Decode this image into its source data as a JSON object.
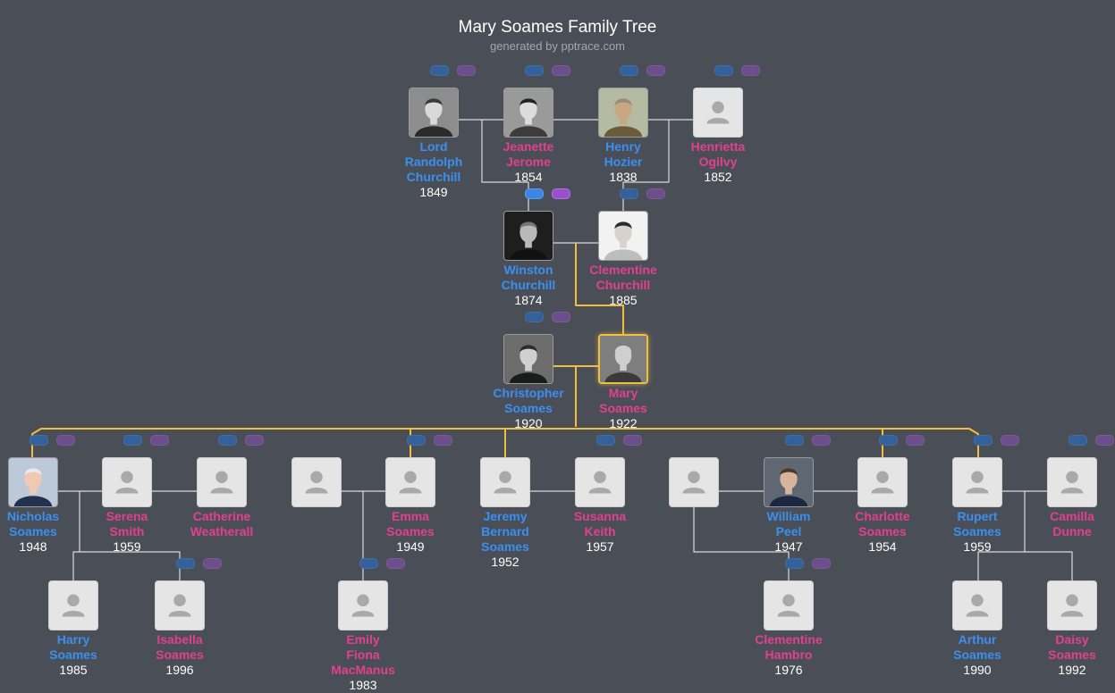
{
  "header": {
    "title": "Mary Soames Family Tree",
    "subtitle": "generated by pptrace.com"
  },
  "colors": {
    "background": "#4a4f57",
    "male": "#3b8ff0",
    "female": "#e2408f",
    "highlight_line": "#f1bf3d",
    "line": "#d9d9d9"
  },
  "people": [
    {
      "id": "randolph",
      "gender": "male",
      "name": [
        "Lord",
        "Randolph",
        "Churchill"
      ],
      "year": "1849",
      "photo": "photo",
      "selected": false,
      "pills": true,
      "bright": false
    },
    {
      "id": "jeanette",
      "gender": "female",
      "name": [
        "Jeanette",
        "Jerome"
      ],
      "year": "1854",
      "photo": "photo",
      "selected": false,
      "pills": true,
      "bright": false
    },
    {
      "id": "hozier",
      "gender": "male",
      "name": [
        "Henry",
        "Hozier"
      ],
      "year": "1838",
      "photo": "photo",
      "selected": false,
      "pills": true,
      "bright": false
    },
    {
      "id": "henrietta",
      "gender": "female",
      "name": [
        "Henrietta",
        "Ogilvy"
      ],
      "year": "1852",
      "photo": "placeholder",
      "selected": false,
      "pills": true,
      "bright": false
    },
    {
      "id": "winston",
      "gender": "male",
      "name": [
        "Winston",
        "Churchill"
      ],
      "year": "1874",
      "photo": "photo",
      "selected": false,
      "pills": true,
      "bright": true
    },
    {
      "id": "clementine",
      "gender": "female",
      "name": [
        "Clementine",
        "Churchill"
      ],
      "year": "1885",
      "photo": "photo",
      "selected": false,
      "pills": true,
      "bright": false
    },
    {
      "id": "christopher",
      "gender": "male",
      "name": [
        "Christopher",
        "Soames"
      ],
      "year": "1920",
      "photo": "photo",
      "selected": false,
      "pills": true,
      "bright": false
    },
    {
      "id": "mary",
      "gender": "female",
      "name": [
        "Mary",
        "Soames"
      ],
      "year": "1922",
      "photo": "photo",
      "selected": true,
      "pills": false,
      "bright": false
    },
    {
      "id": "nicholas",
      "gender": "male",
      "name": [
        "Nicholas",
        "Soames"
      ],
      "year": "1948",
      "photo": "photo",
      "selected": false,
      "pills": true,
      "bright": false
    },
    {
      "id": "serena",
      "gender": "female",
      "name": [
        "Serena",
        "Smith"
      ],
      "year": "1959",
      "photo": "placeholder",
      "selected": false,
      "pills": true,
      "bright": false
    },
    {
      "id": "catherine",
      "gender": "female",
      "name": [
        "Catherine",
        "Weatherall"
      ],
      "year": "",
      "photo": "placeholder",
      "selected": false,
      "pills": true,
      "bright": false
    },
    {
      "id": "emma-spouse",
      "gender": "male",
      "name": [],
      "year": "",
      "photo": "placeholder",
      "selected": false,
      "pills": false,
      "bright": false
    },
    {
      "id": "emma",
      "gender": "female",
      "name": [
        "Emma",
        "Soames"
      ],
      "year": "1949",
      "photo": "placeholder",
      "selected": false,
      "pills": true,
      "bright": false
    },
    {
      "id": "jeremy",
      "gender": "male",
      "name": [
        "Jeremy",
        "Bernard",
        "Soames"
      ],
      "year": "1952",
      "photo": "placeholder",
      "selected": false,
      "pills": false,
      "bright": false
    },
    {
      "id": "susanna",
      "gender": "female",
      "name": [
        "Susanna",
        "Keith"
      ],
      "year": "1957",
      "photo": "placeholder",
      "selected": false,
      "pills": true,
      "bright": false
    },
    {
      "id": "charlotte-spouse",
      "gender": "male",
      "name": [],
      "year": "",
      "photo": "placeholder",
      "selected": false,
      "pills": false,
      "bright": false
    },
    {
      "id": "william",
      "gender": "male",
      "name": [
        "William",
        "Peel"
      ],
      "year": "1947",
      "photo": "photo",
      "selected": false,
      "pills": true,
      "bright": false
    },
    {
      "id": "charlotte",
      "gender": "female",
      "name": [
        "Charlotte",
        "Soames"
      ],
      "year": "1954",
      "photo": "placeholder",
      "selected": false,
      "pills": true,
      "bright": false
    },
    {
      "id": "rupert",
      "gender": "male",
      "name": [
        "Rupert",
        "Soames"
      ],
      "year": "1959",
      "photo": "placeholder",
      "selected": false,
      "pills": true,
      "bright": false
    },
    {
      "id": "camilla",
      "gender": "female",
      "name": [
        "Camilla",
        "Dunne"
      ],
      "year": "",
      "photo": "placeholder",
      "selected": false,
      "pills": true,
      "bright": false
    },
    {
      "id": "harry",
      "gender": "male",
      "name": [
        "Harry",
        "Soames"
      ],
      "year": "1985",
      "photo": "placeholder",
      "selected": false,
      "pills": false,
      "bright": false
    },
    {
      "id": "isabella",
      "gender": "female",
      "name": [
        "Isabella",
        "Soames"
      ],
      "year": "1996",
      "photo": "placeholder",
      "selected": false,
      "pills": true,
      "bright": false
    },
    {
      "id": "emily",
      "gender": "female",
      "name": [
        "Emily",
        "Fiona",
        "MacManus"
      ],
      "year": "1983",
      "photo": "placeholder",
      "selected": false,
      "pills": true,
      "bright": false
    },
    {
      "id": "clementine-h",
      "gender": "female",
      "name": [
        "Clementine",
        "Hambro"
      ],
      "year": "1976",
      "photo": "placeholder",
      "selected": false,
      "pills": true,
      "bright": false
    },
    {
      "id": "arthur",
      "gender": "male",
      "name": [
        "Arthur",
        "Soames"
      ],
      "year": "1990",
      "photo": "placeholder",
      "selected": false,
      "pills": false,
      "bright": false
    },
    {
      "id": "daisy",
      "gender": "female",
      "name": [
        "Daisy",
        "Soames"
      ],
      "year": "1992",
      "photo": "placeholder",
      "selected": false,
      "pills": false,
      "bright": false
    }
  ]
}
